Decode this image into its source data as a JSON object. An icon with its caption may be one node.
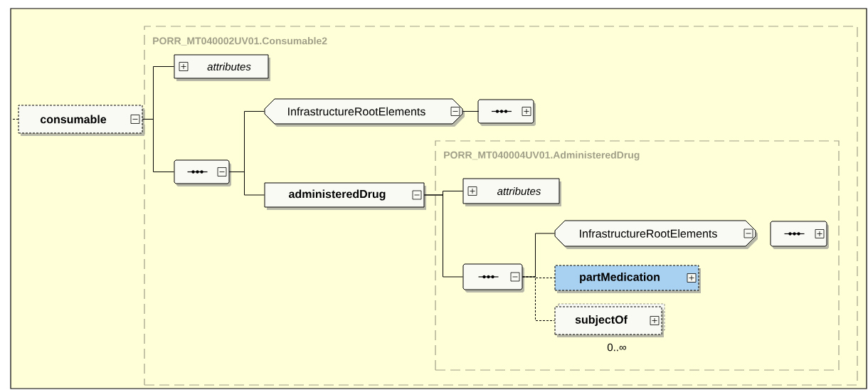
{
  "diagram": {
    "nodes": [
      {
        "text": [
          "PORR_MT040002UV01.Consumable2"
        ]
      },
      {
        "text": [
          "consumable"
        ]
      },
      {
        "text": [
          "attributes"
        ],
        "in": 0
      },
      {
        "text": [],
        "shape": "octagon",
        "in": 0
      },
      {
        "text": [
          "InfrastructureRootElements"
        ],
        "in": 0
      },
      {
        "text": [],
        "shape": "octagon",
        "in": 0
      },
      {
        "text": [
          "administeredDrug"
        ],
        "in": 0
      },
      {
        "text": [
          "PORR_MT040004UV01.AdministeredDrug"
        ],
        "in": 0
      },
      {
        "text": [
          "attributes"
        ],
        "in": 7
      },
      {
        "text": [],
        "shape": "octagon",
        "in": 7
      },
      {
        "text": [
          "InfrastructureRootElements"
        ],
        "in": 7
      },
      {
        "text": [],
        "shape": "octagon",
        "in": 7
      },
      {
        "text": [
          "partMedication"
        ],
        "in": 7
      },
      {
        "text": [
          "subjectOf"
        ],
        "in": 7,
        "beside": [
          "0..∞"
        ]
      }
    ],
    "edges": [
      {
        "from": null,
        "to": 1,
        "arrow": "none",
        "style": "dashed"
      },
      {
        "from": 1,
        "to": 2,
        "arrow": "none"
      },
      {
        "from": 1,
        "to": 3,
        "arrow": "none"
      },
      {
        "from": 3,
        "to": 4,
        "arrow": "none"
      },
      {
        "from": 3,
        "to": 6,
        "arrow": "none"
      },
      {
        "from": 4,
        "to": 5,
        "arrow": "none"
      },
      {
        "from": 6,
        "to": 8,
        "arrow": "none"
      },
      {
        "from": 6,
        "to": 9,
        "arrow": "none"
      },
      {
        "from": 9,
        "to": 10,
        "arrow": "none"
      },
      {
        "from": 9,
        "to": 12,
        "arrow": "none",
        "style": "dashed"
      },
      {
        "from": 9,
        "to": 13,
        "arrow": "none",
        "style": "dashed"
      }
    ]
  }
}
